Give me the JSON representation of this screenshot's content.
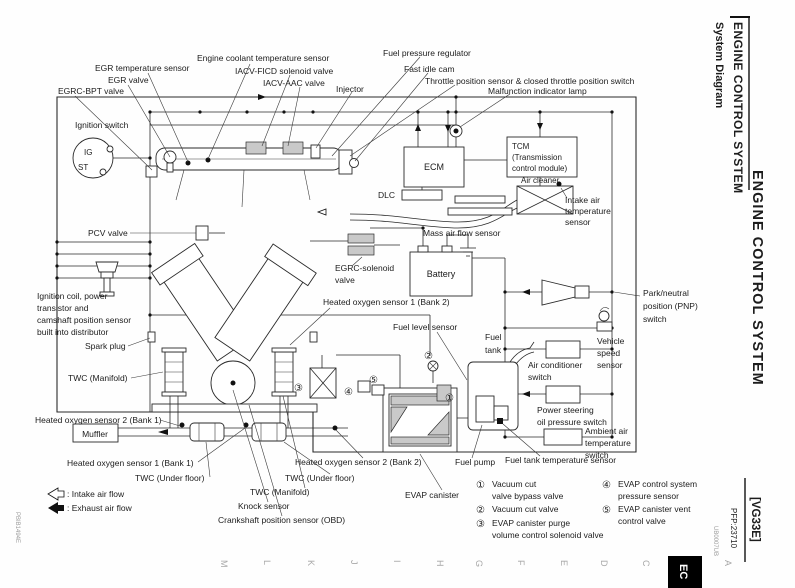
{
  "sidebar": {
    "section_title": "ENGINE CONTROL SYSTEM",
    "subsection_title": "System Diagram",
    "chapter_title": "ENGINE CONTROL SYSTEM",
    "engine_code": "[VG33E]",
    "part_number": "PFP:23710",
    "tab_label": "EC",
    "watermark": "UB0007UB",
    "figure_code": "PBIB1494E",
    "index_letters": [
      "M",
      "L",
      "K",
      "J",
      "I",
      "H",
      "G",
      "F",
      "E",
      "D",
      "C",
      "A"
    ]
  },
  "labels": {
    "fuel_pressure_regulator": "Fuel pressure regulator",
    "engine_coolant_temp": "Engine coolant temperature sensor",
    "fast_idle_cam": "Fast idle cam",
    "egr_temp": "EGR temperature sensor",
    "iacv_ficd": "IACV-FICD solenoid valve",
    "throttle_position": "Throttle position sensor & closed throttle position switch",
    "egr_valve": "EGR valve",
    "iacv_aac": "IACV-AAC valve",
    "malfunction_lamp": "Malfunction indicator lamp",
    "egrc_bpt": "EGRC-BPT valve",
    "injector": "Injector",
    "ignition_switch": "Ignition switch",
    "ig": "IG",
    "st": "ST",
    "tcm_1": "TCM",
    "tcm_2": "(Transmission",
    "tcm_3": "control module)",
    "ecm": "ECM",
    "dlc": "DLC",
    "air_cleaner": "Air cleaner",
    "intake_air_1": "Intake air",
    "intake_air_2": "temperature",
    "intake_air_3": "sensor",
    "pcv_valve": "PCV valve",
    "mass_air_flow": "Mass air flow sensor",
    "battery": "Battery",
    "egrc_solenoid_1": "EGRC-solenoid",
    "egrc_solenoid_2": "valve",
    "pnp_1": "Park/neutral",
    "pnp_2": "position (PNP)",
    "pnp_3": "switch",
    "ignition_coil_1": "Ignition coil, power",
    "ignition_coil_2": "transistor and",
    "ignition_coil_3": "camshaft position sensor",
    "ignition_coil_4": "built into distributor",
    "ho2s1_bank2": "Heated oxygen sensor 1 (Bank 2)",
    "fuel_level": "Fuel level sensor",
    "fuel_tank_1": "Fuel",
    "fuel_tank_2": "tank",
    "vss_1": "Vehicle",
    "vss_2": "speed",
    "vss_3": "sensor",
    "spark_plug": "Spark plug",
    "ac_switch_1": "Air conditioner",
    "ac_switch_2": "switch",
    "twc_manifold_left": "TWC (Manifold)",
    "ps_switch_1": "Power steering",
    "ps_switch_2": "oil pressure switch",
    "ho2s2_bank1": "Heated oxygen sensor 2 (Bank 1)",
    "ambient_1": "Ambient air",
    "ambient_2": "temperature",
    "ambient_3": "switch",
    "muffler": "Muffler",
    "ho2s1_bank1": "Heated oxygen sensor 1 (Bank 1)",
    "twc_underfloor_left": "TWC (Under floor)",
    "ho2s2_bank2": "Heated oxygen sensor 2 (Bank 2)",
    "twc_underfloor_center": "TWC (Under floor)",
    "twc_manifold_center": "TWC (Manifold)",
    "knock_sensor": "Knock sensor",
    "crankshaft_sensor": "Crankshaft position sensor (OBD)",
    "evap_canister": "EVAP canister",
    "fuel_pump": "Fuel pump",
    "fuel_tank_temp": "Fuel tank temperature sensor"
  },
  "flow_legend": {
    "intake": ": Intake air flow",
    "exhaust": ": Exhaust air flow"
  },
  "evap_legend": {
    "items": [
      {
        "num": "①",
        "line1": "Vacuum cut",
        "line2": "valve bypass valve"
      },
      {
        "num": "②",
        "line1": "Vacuum cut valve",
        "line2": ""
      },
      {
        "num": "③",
        "line1": "EVAP canister purge",
        "line2": "volume control solenoid valve"
      },
      {
        "num": "④",
        "line1": "EVAP control system",
        "line2": "pressure sensor"
      },
      {
        "num": "⑤",
        "line1": "EVAP canister vent",
        "line2": "control valve"
      }
    ]
  }
}
